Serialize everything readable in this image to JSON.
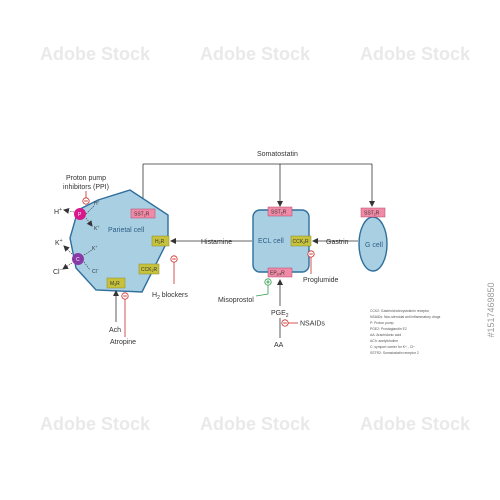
{
  "colors": {
    "cell_fill": "#a9cfe3",
    "cell_stroke": "#2f6f9c",
    "receptor_pink": "#f08aa6",
    "receptor_olive": "#c7c23c",
    "inhibit_red": "#c92a2a",
    "stimulate_green": "#2e9e4b",
    "pump_magenta": "#d8198a",
    "symport_purple": "#8a3aa6",
    "line": "#333333"
  },
  "labels": {
    "somatostatin": "Somatostatin",
    "ppi": [
      "Proton pump",
      "inhibitors (PPI)"
    ],
    "parietal_cell": "Parietal cell",
    "ecl_cell": "ECL cell",
    "g_cell": "G cell",
    "histamine": "Histamine",
    "gastrin": "Gastrin",
    "h2_blockers": "H",
    "h2_blockers_sub": "2",
    "h2_blockers_rest": " blockers",
    "proglumide": "Proglumide",
    "misoprostol": "Misoprostol",
    "pge": "PGE",
    "pge_sub": "2",
    "nsaids": "NSAIDs",
    "aa": "AA",
    "ach": "Ach",
    "atropine": "Atropine",
    "h_plus_left": "H",
    "h_plus_right": "H",
    "k_plus_left": "K",
    "k_plus_right": "K",
    "cl_left": "Cl",
    "cl_right": "Cl",
    "plus": "+",
    "minus": "−",
    "pump_p": "P",
    "pump_c": "C"
  },
  "receptors": {
    "sst_parietal": "SST",
    "sst_ecl": "SST",
    "sst_g": "SST",
    "sst_sub": "2",
    "sst_suffix": "R",
    "h2r": "H",
    "h2r_sub": "2",
    "h2r_suffix": "R",
    "cck_parietal": "CCK",
    "cck_ecl": "CCK",
    "cck_sub": "2",
    "cck_suffix": "R",
    "m3r": "M",
    "m3r_sub": "3",
    "m3r_suffix": "R",
    "ep": "EP",
    "ep_sub": "2/4",
    "ep_suffix": "R"
  },
  "legend": [
    "CCK2: Gastrin/cholecystokinin receptor",
    "NSAIDs: Non-steroidal anti inflammatory drugs",
    "P: Proton pump",
    "PGE2: Prostaglandin E2",
    "AA: Arachidonic acid",
    "ACh: acetylcholine",
    "C: symport carrier for K+ , Cl−",
    "SSTR2: Somatostatin receptor 2"
  ],
  "watermark": {
    "text": "Adobe Stock",
    "id": "#1517469850"
  }
}
